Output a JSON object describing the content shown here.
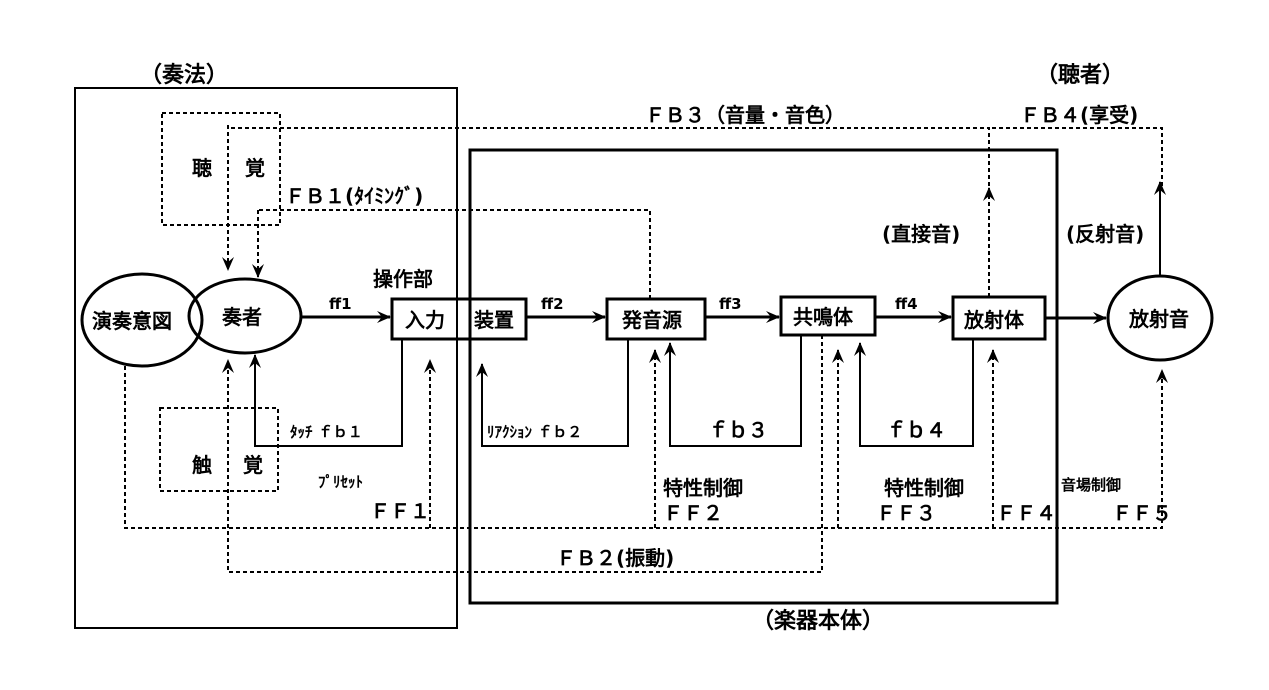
{
  "regions": {
    "technique_label": "（奏法）",
    "listener_label": "（聴者）",
    "instrument_label": "（楽器本体）"
  },
  "nodes": {
    "hearing_left": "聴",
    "hearing_right": "覚",
    "touch_left": "触",
    "touch_right": "覚",
    "intention": "演奏意図",
    "performer": "奏者",
    "operation_label": "操作部",
    "input_device_a": "入力",
    "input_device_b": "装置",
    "sound_source": "発音源",
    "resonator": "共鳴体",
    "radiator": "放射体",
    "radiated_sound": "放射音"
  },
  "arrows": {
    "ff1": "ff1",
    "ff2": "ff2",
    "ff3": "ff3",
    "ff4": "ff4"
  },
  "feedback": {
    "touch_fb1": "ﾀｯﾁ ｆｂ１",
    "reaction_fb2": "ﾘｱｸｼｮﾝ ｆｂ２",
    "fb3": "ｆｂ３",
    "fb4": "ｆｂ４",
    "FB1": "ＦＢ１(ﾀｲﾐﾝｸﾞ)",
    "FB2": "ＦＢ２(振動)",
    "FB3": "ＦＢ３（音量・音色）",
    "FB4": "ＦＢ４(享受)"
  },
  "feedforward": {
    "preset": "ﾌﾟﾘｾｯﾄ",
    "FF1": "ＦＦ１",
    "char_ctrl_1": "特性制御",
    "FF2": "ＦＦ２",
    "char_ctrl_2": "特性制御",
    "FF3": "ＦＦ３",
    "FF4": "ＦＦ４",
    "field_ctrl": "音場制御",
    "FF5": "ＦＦ５"
  },
  "sound_paths": {
    "direct": "(直接音)",
    "reflected": "(反射音)"
  }
}
